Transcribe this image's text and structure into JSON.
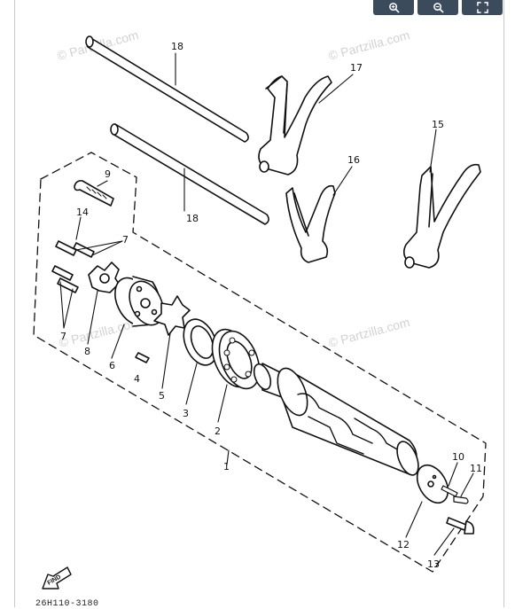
{
  "toolbar": {
    "buttons": [
      {
        "icon": "zoom-in-icon"
      },
      {
        "icon": "zoom-out-icon"
      },
      {
        "icon": "fullscreen-icon"
      }
    ]
  },
  "watermarks": [
    "© Partzilla.com",
    "© Partzilla.com",
    "© Partzilla.com",
    "© Partzilla.com"
  ],
  "callouts": {
    "c1": "1",
    "c2": "2",
    "c3": "3",
    "c4": "4",
    "c5": "5",
    "c6": "6",
    "c7a": "7",
    "c7b": "7",
    "c8": "8",
    "c9": "9",
    "c10": "10",
    "c11": "11",
    "c12": "12",
    "c13": "13",
    "c14": "14",
    "c15": "15",
    "c16": "16",
    "c17": "17",
    "c18a": "18",
    "c18b": "18"
  },
  "find_label": "FIND",
  "diagram_code": "26H110-3180",
  "colors": {
    "toolbar": "#3b4b5c",
    "line": "#111111",
    "watermark": "#d2d2d2"
  }
}
